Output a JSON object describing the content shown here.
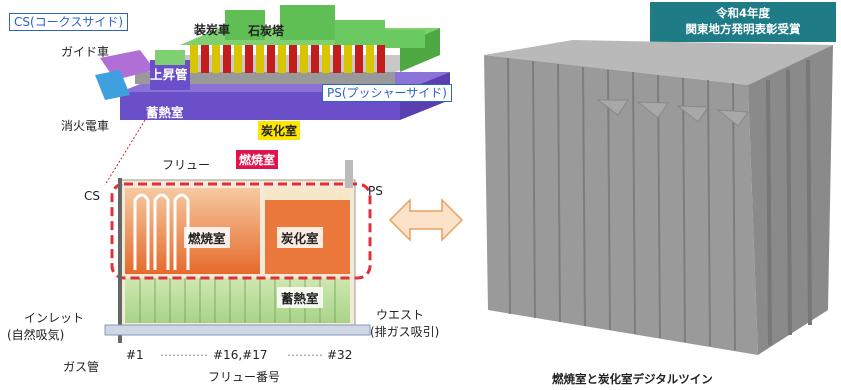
{
  "award": {
    "line1": "令和4年度",
    "line2": "関東地方発明表彰受賞"
  },
  "top_diagram": {
    "cs_label": "CS(コークスサイド)",
    "ps_label": "PS(プッシャーサイド)",
    "charging_car": "装炭車",
    "coal_tower": "石炭塔",
    "guide_car": "ガイド車",
    "ascension_pipe": "上昇管",
    "regenerator": "蓄熱室",
    "quench_car": "消火電車",
    "coking_chamber_tag": "炭化室",
    "combustion_chamber_tag": "燃焼室"
  },
  "section_diagram": {
    "flue": "フリュー",
    "cs": "CS",
    "ps": "PS",
    "combustion_chamber": "燃焼室",
    "coking_chamber": "炭化室",
    "regenerator": "蓄熱室",
    "inlet": "インレット",
    "inlet_note": "(自然吸気)",
    "waste": "ウエスト",
    "waste_note": "(排ガス吸引)",
    "gas_pipe": "ガス管",
    "flue_start": "#1",
    "flue_mid": "#16,#17",
    "flue_end": "#32",
    "flue_number": "フリュー番号"
  },
  "digital_twin": {
    "caption": "燃焼室と炭化室デジタルツイン"
  },
  "colors": {
    "accent_blue": "#2b63c9",
    "award_bg": "#1f7c86",
    "dashed_red": "#e0303a",
    "yellow_tag": "#ffe500",
    "red_tag": "#e0144a"
  }
}
